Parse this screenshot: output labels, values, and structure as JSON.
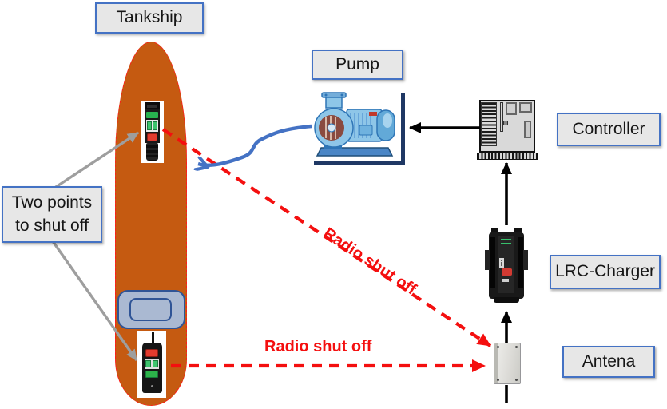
{
  "labels": {
    "tankship": "Tankship",
    "pump": "Pump",
    "controller": "Controller",
    "lrc_charger": "LRC-Charger",
    "antena": "Antena",
    "two_points": "Two points\nto shut off",
    "radio_shut_off_diagonal": "Radio shut off",
    "radio_shut_off_horizontal": "Radio shut off"
  },
  "colors": {
    "label_fill": "#e7e7e7",
    "label_border": "#4472c4",
    "hull_orange": "#c55a11",
    "hull_outline": "#ff1a1a",
    "radio_red": "#f40f0f",
    "wire_black": "#000000",
    "pointer_gray": "#9e9e9e",
    "signal_blue": "#4472c4",
    "deckhouse_fill": "#aab9d2",
    "deckhouse_border": "#2f5496",
    "pump_card_shadow": "#1f3864"
  },
  "icons": {
    "ship": "ship-hull",
    "deckhouse": "deckhouse",
    "remote_1": "handheld-remote-icon",
    "remote_2": "handheld-remote-antenna-icon",
    "pump": "pump-icon",
    "controller": "controller-unit-icon",
    "charger": "lrc-charger-icon",
    "antenna": "antenna-junction-box-icon"
  },
  "connections": [
    {
      "from": "remote-1",
      "to": "antena",
      "style": "red-dashed-arrow",
      "label": "Radio shut off"
    },
    {
      "from": "remote-2",
      "to": "antena",
      "style": "red-dashed-arrow",
      "label": "Radio shut off"
    },
    {
      "from": "antena",
      "to": "lrc-charger",
      "style": "black-arrow"
    },
    {
      "from": "lrc-charger",
      "to": "controller",
      "style": "black-arrow"
    },
    {
      "from": "controller",
      "to": "pump",
      "style": "black-arrow"
    },
    {
      "from": "pump",
      "to": "remote-1",
      "style": "blue-curved-arrow"
    },
    {
      "from": "two-points-callout",
      "to": "remote-1",
      "style": "gray-pointer"
    },
    {
      "from": "two-points-callout",
      "to": "remote-2",
      "style": "gray-pointer"
    }
  ]
}
